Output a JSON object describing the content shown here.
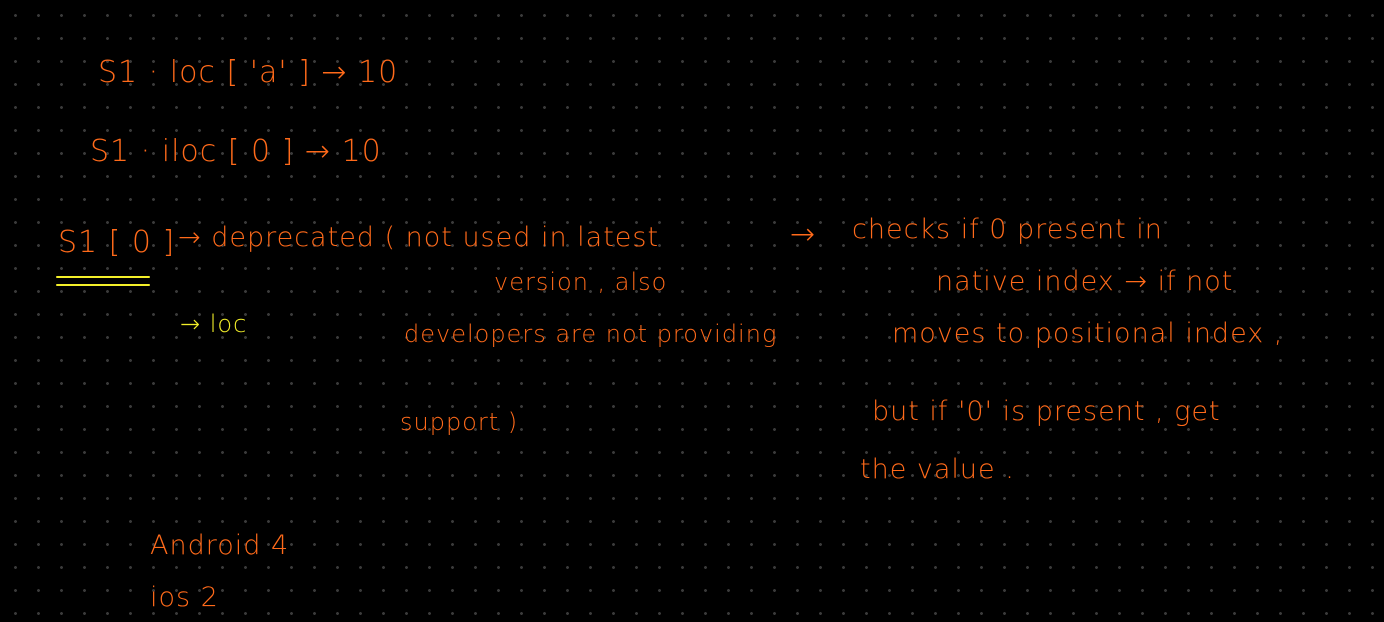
{
  "lines": {
    "loc_example": "S1 · loc [ 'a' ] → 10",
    "iloc_example": "S1 · iloc [ 0 ] → 10",
    "bracket_expr": "S1 [ 0 ]",
    "deprecated_text": "→ deprecated ( not used in latest",
    "version_text": "version , also",
    "developers_text": "developers are not providing",
    "support_text": "support )",
    "arrow_to_check": "→",
    "check_line1": "checks if 0 present in",
    "check_line2": "native index → if not",
    "check_line3": "moves to positional index ,",
    "check_line4": "but if '0' is present , get",
    "check_line5": "the value .",
    "loc_arrow": "→ loc",
    "android_line": "Android 4",
    "ios_line": "ios 2"
  },
  "colors": {
    "background": "#000000",
    "ink_orange": "#ff6a1a",
    "ink_yellow": "#f3ef29",
    "grid_dot": "#3a3a3a"
  }
}
